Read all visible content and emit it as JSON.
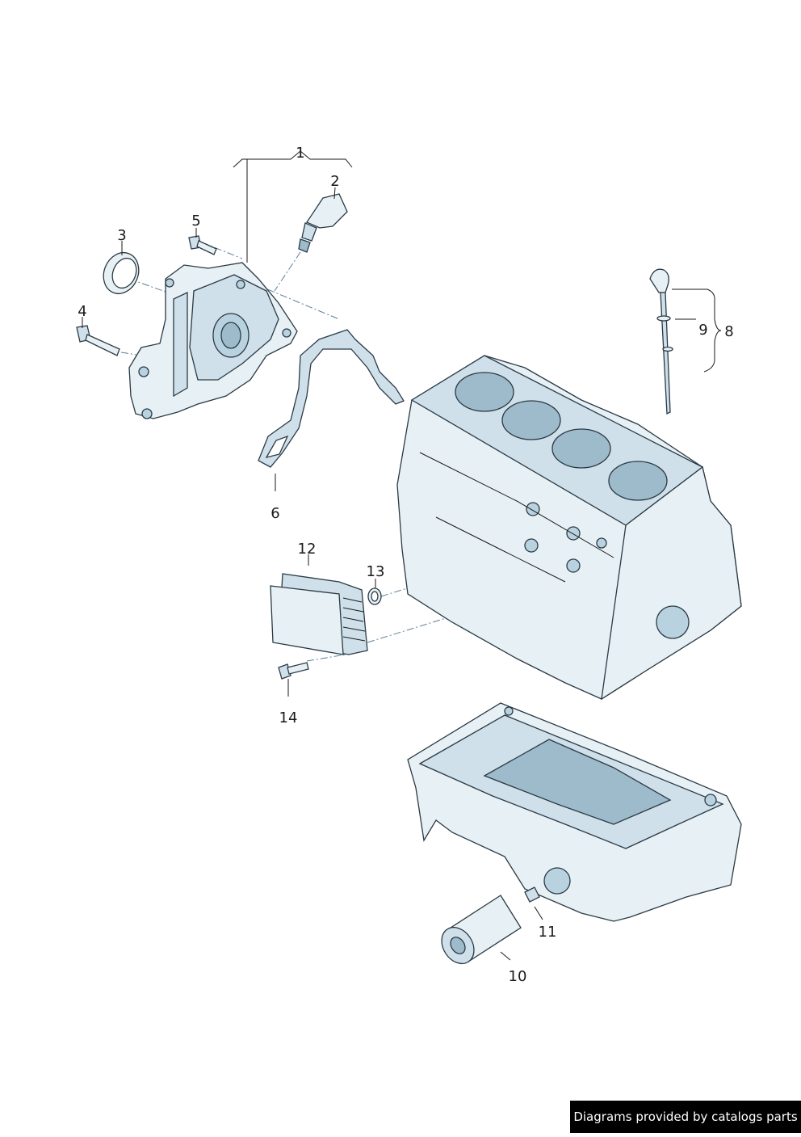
{
  "callouts": [
    "1",
    "2",
    "3",
    "4",
    "5",
    "6",
    "8",
    "9",
    "10",
    "11",
    "12",
    "13",
    "14"
  ],
  "credit": "Diagrams provided by catalogs parts",
  "colors": {
    "part_fill": "#e7f0f5",
    "part_shade": "#9ebbcc",
    "outline": "#2a3a44",
    "credit_bg": "#000000"
  }
}
